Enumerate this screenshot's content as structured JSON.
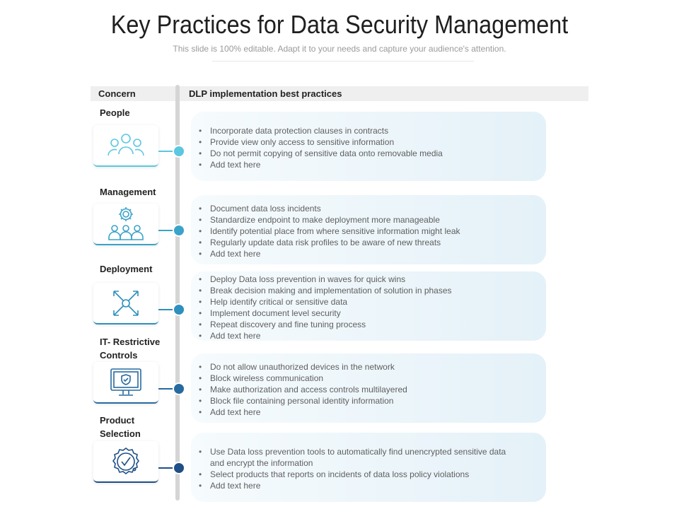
{
  "title": "Key Practices for Data Security Management",
  "subtitle": "This slide is 100% editable. Adapt it to your needs and capture your audience's attention.",
  "header": {
    "concern": "Concern",
    "practices": "DLP implementation best practices"
  },
  "colors": {
    "people": "#5bc7e0",
    "management": "#3aa3c9",
    "deployment": "#2f8fbd",
    "it_controls": "#276aa0",
    "product": "#1e4f86"
  },
  "rows": [
    {
      "concern": "People",
      "icon": "people-group-icon",
      "items": [
        "Incorporate data protection clauses in contracts",
        "Provide view only access to sensitive information",
        "Do not permit copying of sensitive data  onto removable media",
        "Add text here"
      ]
    },
    {
      "concern": "Management",
      "icon": "gear-team-icon",
      "items": [
        "Document data loss incidents",
        "Standardize endpoint to make deployment more manageable",
        "Identify potential place from where  sensitive information might leak",
        "Regularly  update data risk profiles to be aware of new threats",
        "Add text here"
      ]
    },
    {
      "concern": "Deployment",
      "icon": "expand-arrows-icon",
      "items": [
        "Deploy  Data loss prevention in waves for quick wins",
        "Break decision making and implementation of solution in phases",
        "Help identify critical or sensitive data",
        "Implement document level security",
        "Repeat discovery and fine tuning process",
        "Add text here"
      ]
    },
    {
      "concern": "IT- Restrictive Controls",
      "concern_lines": [
        "IT- Restrictive",
        "Controls"
      ],
      "icon": "monitor-shield-icon",
      "items": [
        "Do not allow unauthorized devices in the network",
        "Block wireless communication",
        "Make authorization and access controls multilayered",
        "Block file containing personal identity information",
        "Add text here"
      ]
    },
    {
      "concern": "Product Selection",
      "concern_lines": [
        "Product",
        "Selection"
      ],
      "icon": "check-badge-icon",
      "items": [
        "Use Data loss prevention tools to automatically find unencrypted sensitive data",
        "and encrypt the information",
        "Select products that reports on incidents of data loss policy violations",
        "Add text here"
      ]
    }
  ]
}
